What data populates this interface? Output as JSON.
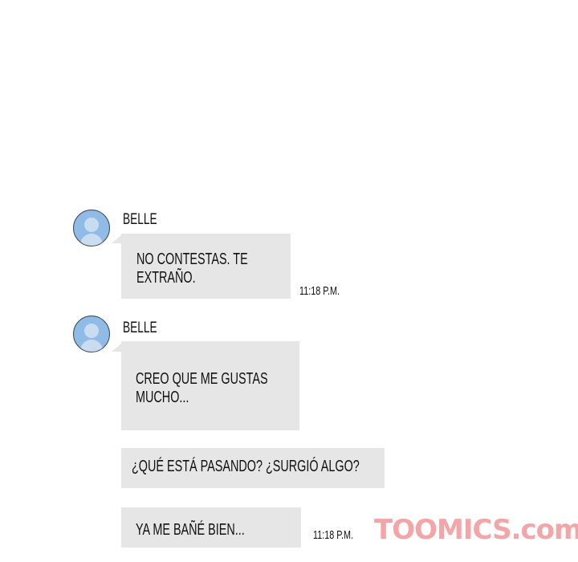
{
  "messages": [
    {
      "sender": "BELLE",
      "lines": [
        "NO CONTESTAS. TE",
        "EXTRAÑO."
      ],
      "time": "11:18 P.M."
    },
    {
      "sender": "BELLE",
      "lines": [
        "CREO QUE ME GUSTAS",
        "MUCHO..."
      ]
    },
    {
      "lines": [
        "¿QUÉ ESTÁ PASANDO? ¿SURGIÓ ALGO?"
      ]
    },
    {
      "lines": [
        "YA ME BAÑÉ BIEN..."
      ],
      "time": "11:18 P.M."
    }
  ],
  "watermark": "TOOMICS.com",
  "colors": {
    "bubble": "#e6e6e6",
    "avatar": "#8fbbe6",
    "watermark": "#f3a5a7"
  }
}
